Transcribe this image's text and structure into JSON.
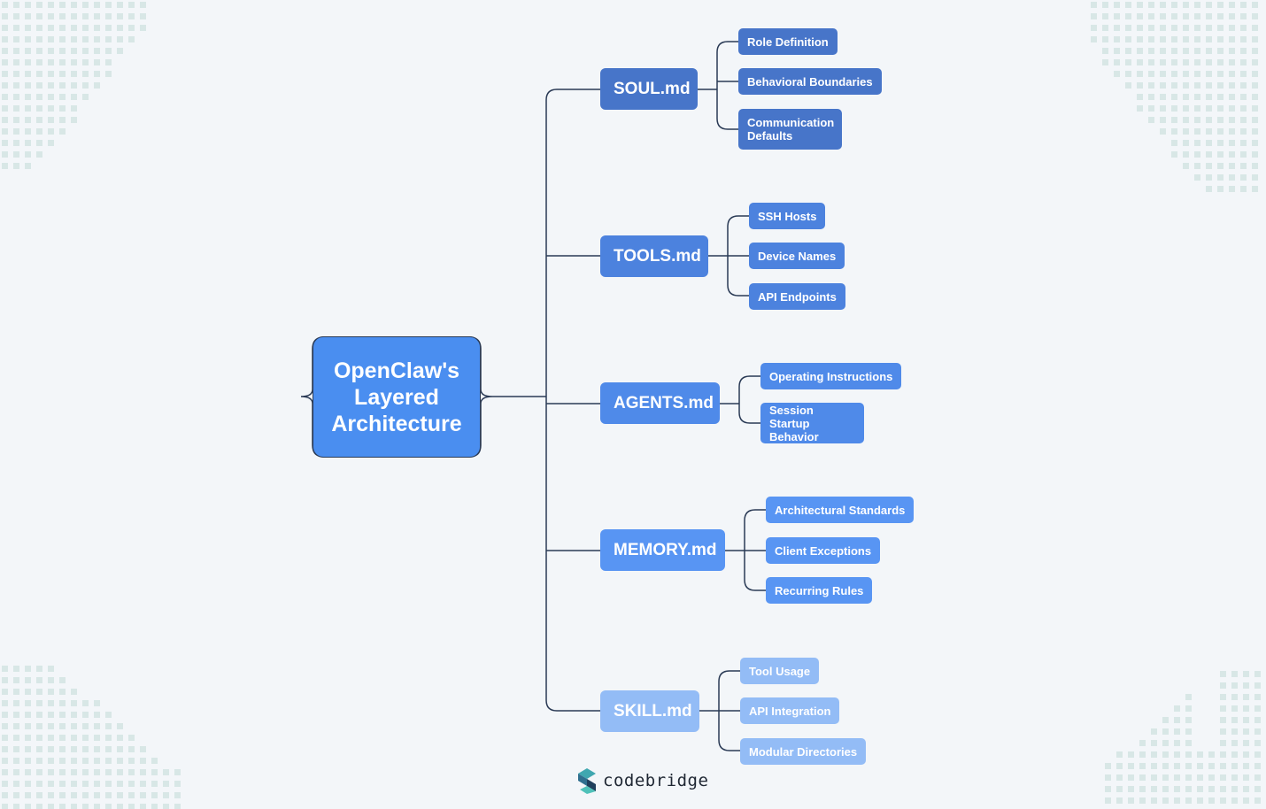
{
  "root": {
    "label": "OpenClaw's Layered Architecture"
  },
  "files": [
    {
      "label": "SOUL.md",
      "items": [
        "Role Definition",
        "Behavioral Boundaries",
        "Communication Defaults"
      ]
    },
    {
      "label": "TOOLS.md",
      "items": [
        "SSH Hosts",
        "Device Names",
        "API Endpoints"
      ]
    },
    {
      "label": "AGENTS.md",
      "items": [
        "Operating Instructions",
        "Session Startup Behavior"
      ]
    },
    {
      "label": "MEMORY.md",
      "items": [
        "Architectural Standards",
        "Client Exceptions",
        "Recurring Rules"
      ]
    },
    {
      "label": "SKILL.md",
      "items": [
        "Tool Usage",
        "API Integration",
        "Modular Directories"
      ]
    }
  ],
  "brand": {
    "name": "codebridge",
    "logo_icon": "codebridge-logo-icon"
  },
  "colors": {
    "background": "#f3f6f9",
    "lines": "#2a3a55",
    "soul": "#4775c9",
    "tools": "#4c82de",
    "agents": "#4f8ae9",
    "memory": "#5895f3",
    "skill": "#93bcf6",
    "dots": "#d8e7e6"
  }
}
